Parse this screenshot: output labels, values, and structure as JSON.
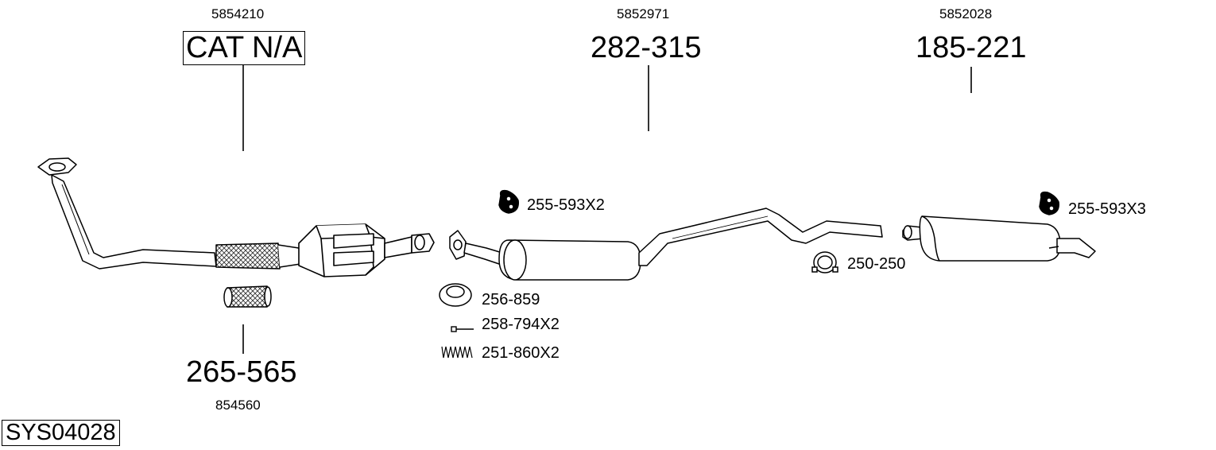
{
  "diagram": {
    "system_code": "SYS04028",
    "sections": [
      {
        "oe_number": "5854210",
        "part_number": "CAT N/A",
        "boxed": true
      },
      {
        "oe_number": "5852971",
        "part_number": "282-315"
      },
      {
        "oe_number": "5852028",
        "part_number": "185-221"
      },
      {
        "oe_number": "854560",
        "part_number": "265-565"
      }
    ],
    "accessories": [
      {
        "label": "255-593X2"
      },
      {
        "label": "255-593X3"
      },
      {
        "label": "250-250"
      },
      {
        "label": "256-859"
      },
      {
        "label": "258-794X2"
      },
      {
        "label": "251-860X2"
      }
    ]
  }
}
